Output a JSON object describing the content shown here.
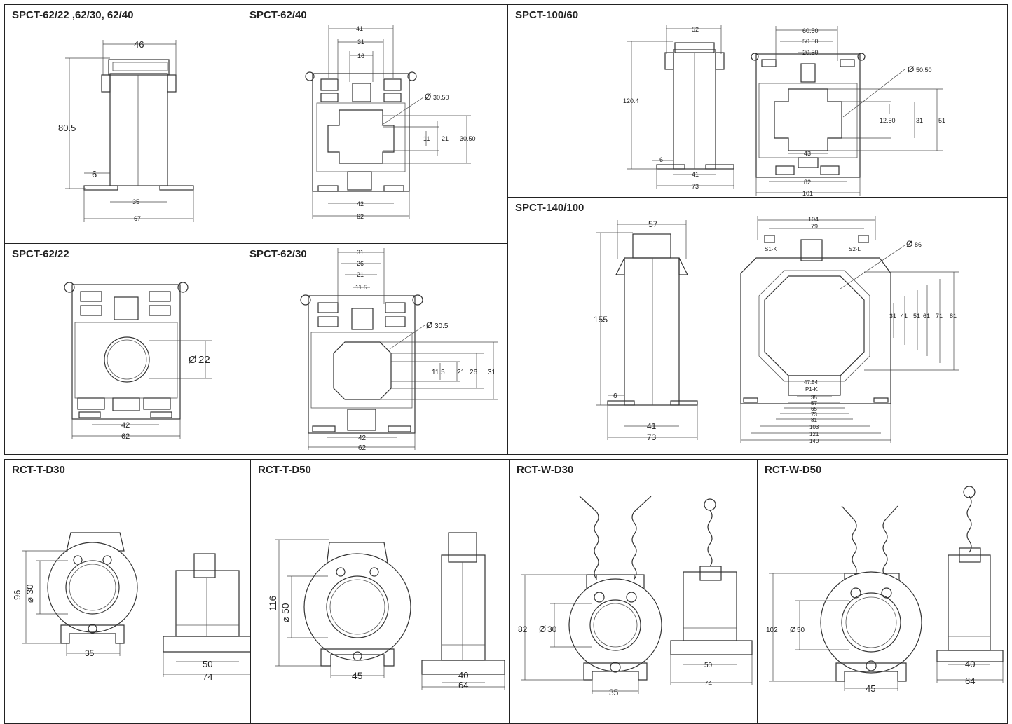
{
  "panels": {
    "p1": {
      "title": "SPCT-62/22 ,62/30, 62/40",
      "dims": {
        "w_top": "46",
        "h": "80.5",
        "h_small": "6",
        "w_mid": "35",
        "w_bot": "67"
      }
    },
    "p2": {
      "title": "SPCT-62/40",
      "dims": {
        "w1": "41",
        "w2": "31",
        "w3": "16",
        "dia": "30.50",
        "d1": "11",
        "d2": "21",
        "d3": "30.50",
        "b1": "42",
        "b2": "62"
      }
    },
    "p3": {
      "title": "SPCT-100/60",
      "dims": {
        "w_top": "52",
        "h": "120.4",
        "h_small": "6",
        "w_mid": "41",
        "w_bot": "73",
        "t1": "60.50",
        "t2": "50.50",
        "t3": "20.50",
        "dia": "50.50",
        "d1": "12.50",
        "d2": "31",
        "d3": "51",
        "inner": "43",
        "b1": "82",
        "b2": "101"
      }
    },
    "p4": {
      "title": "SPCT-62/22",
      "dims": {
        "dia": "22",
        "b1": "42",
        "b2": "62"
      }
    },
    "p5": {
      "title": "SPCT-62/30",
      "dims": {
        "t1": "31",
        "t2": "26",
        "t3": "21",
        "t4": "11.5",
        "dia": "30.5",
        "d1": "11.5",
        "d2": "21",
        "d3": "26",
        "d4": "31",
        "b1": "42",
        "b2": "62"
      }
    },
    "p6": {
      "title": "SPCT-140/100",
      "dims": {
        "w_top": "57",
        "h": "155",
        "h_small": "6",
        "w_mid": "41",
        "w_bot": "73",
        "t1": "104",
        "t2": "79",
        "s1": "S1-K",
        "s2": "S2-L",
        "dia": "86",
        "v1": "31",
        "v2": "41",
        "v3": "51",
        "v4": "61",
        "v5": "71",
        "v6": "81",
        "p1k": "P1-K",
        "b0": "47.54",
        "b1": "35",
        "b2": "57",
        "b3": "65",
        "b4": "73",
        "b5": "81",
        "b6": "103",
        "b7": "121",
        "b8": "140"
      }
    },
    "p7": {
      "title": "RCT-T-D30",
      "dims": {
        "h": "96",
        "dia": "30",
        "w1": "35",
        "s1": "50",
        "s2": "74"
      }
    },
    "p8": {
      "title": "RCT-T-D50",
      "dims": {
        "h": "116",
        "dia": "50",
        "w1": "45",
        "s1": "40",
        "s2": "64"
      }
    },
    "p9": {
      "title": "RCT-W-D30",
      "dims": {
        "h": "82",
        "dia": "30",
        "w1": "35",
        "s1": "50",
        "s2": "74"
      }
    },
    "p10": {
      "title": "RCT-W-D50",
      "dims": {
        "h": "102",
        "dia": "50",
        "w1": "45",
        "s1": "40",
        "s2": "64"
      }
    }
  }
}
